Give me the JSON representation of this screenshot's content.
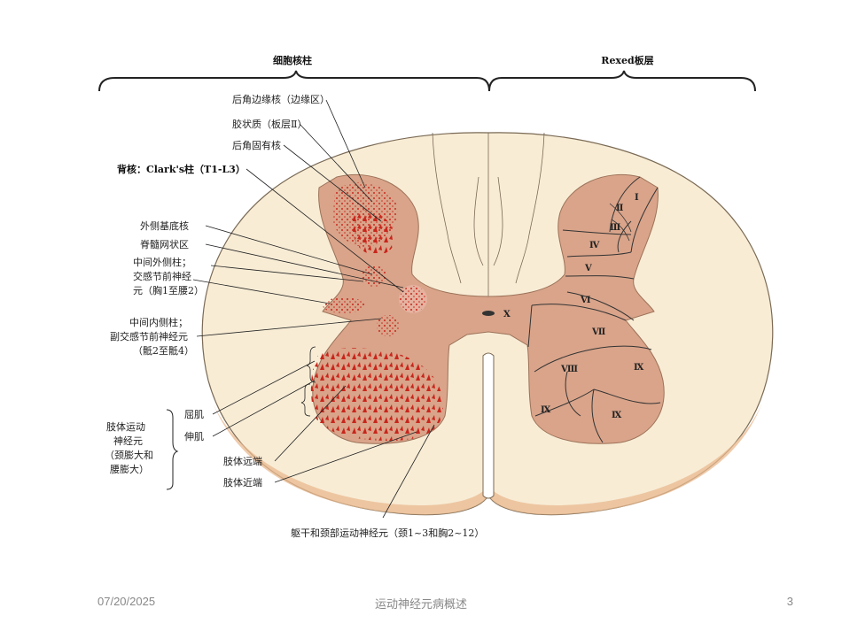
{
  "header": {
    "left_title": "细胞核柱",
    "right_title": "Rexed板层"
  },
  "labels": {
    "posterior_marginal": "后角边缘核（边缘区）",
    "substantia_gelatinosa": "胶状质（板层Ⅱ）",
    "nucleus_proprius": "后角固有核",
    "clarke": "背核：Clark's柱（T1-L3）",
    "lateral_basal": "外侧基底核",
    "reticular": "脊髓网状区",
    "intermediolateral_1": "中间外侧柱；",
    "intermediolateral_2": "交感节前神经",
    "intermediolateral_3": "元（胸1至腰2）",
    "intermediomedial_1": "中间内侧柱；",
    "intermediomedial_2": "副交感节前神经元",
    "intermediomedial_3": "（骶2至骶4）",
    "flexor": "屈肌",
    "extensor": "伸肌",
    "limb_group_1": "肢体运动",
    "limb_group_2": "神经元",
    "limb_group_3": "（颈膨大和",
    "limb_group_4": "腰膨大）",
    "distal": "肢体远端",
    "proximal": "肢体近端",
    "trunk": "躯干和颈部运动神经元（颈1~3和胸2~12）"
  },
  "laminae": {
    "I": "Ⅰ",
    "II": "Ⅱ",
    "III": "Ⅲ",
    "IV": "Ⅳ",
    "V": "Ⅴ",
    "VI": "Ⅵ",
    "VII": "Ⅶ",
    "VIII": "Ⅷ",
    "IX_a": "Ⅸ",
    "IX_b": "Ⅸ",
    "IX_c": "Ⅸ",
    "X": "Ⅹ"
  },
  "colors": {
    "white_matter": "#f8ecd5",
    "gray_matter": "#d9a48a",
    "nucleus_red": "#c8261c",
    "outline": "#7a6a55"
  },
  "footer": {
    "date": "07/20/2025",
    "title": "运动神经元病概述",
    "page": "3"
  }
}
